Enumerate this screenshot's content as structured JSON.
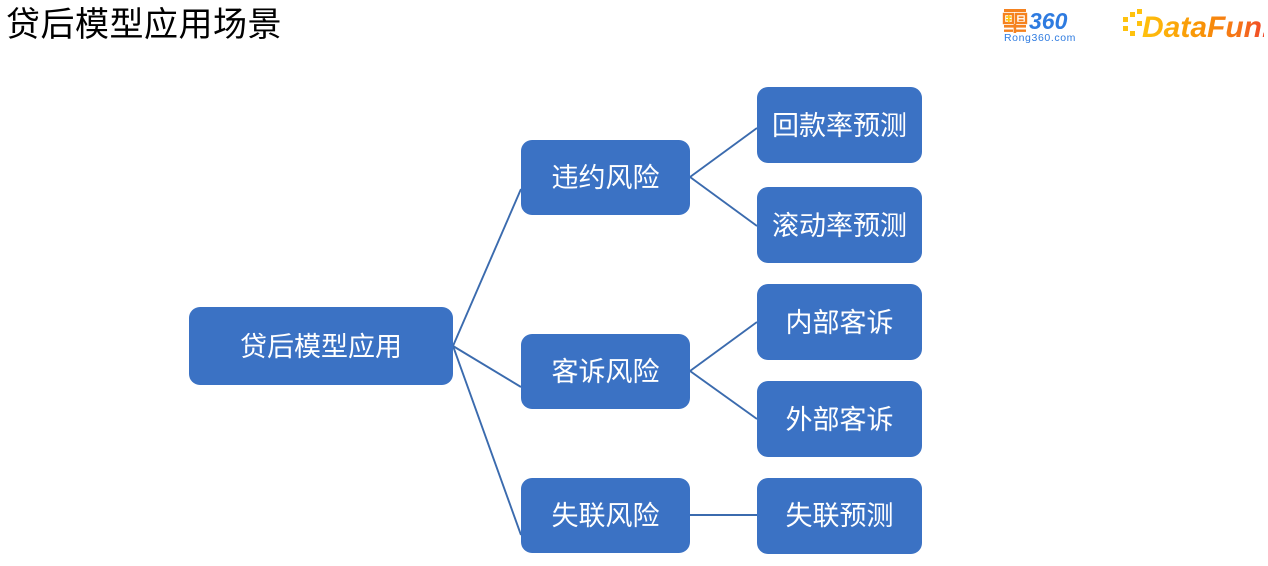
{
  "slide": {
    "title": "贷后模型应用场景",
    "background_color": "#FFFFFF"
  },
  "branding": {
    "logos": [
      {
        "name": "rong360-logo",
        "primary_text": "融",
        "secondary_text": "360",
        "caption": "Rong360.com",
        "colors": {
          "glyph": "#F5821F",
          "yen": "#FFC20E",
          "number": "#2E7BE0",
          "caption": "#2E7BE0"
        }
      },
      {
        "name": "datafun-logo",
        "text": "DataFun.",
        "colors": {
          "start": "#FFC20E",
          "mid": "#F5821F",
          "end": "#EF3B2C"
        }
      }
    ]
  },
  "diagram": {
    "type": "mind-map",
    "node_fill": "#3B72C4",
    "node_text_color": "#FFFFFF",
    "connector_color": "#3B6BAE",
    "root": {
      "id": "root",
      "label": "贷后模型应用"
    },
    "branches": [
      {
        "id": "branch-default-risk",
        "label": "违约风险",
        "children": [
          {
            "id": "leaf-recovery-rate",
            "label": "回款率预测"
          },
          {
            "id": "leaf-roll-rate",
            "label": "滚动率预测"
          }
        ]
      },
      {
        "id": "branch-complaint-risk",
        "label": "客诉风险",
        "children": [
          {
            "id": "leaf-internal-complaint",
            "label": "内部客诉"
          },
          {
            "id": "leaf-external-complaint",
            "label": "外部客诉"
          }
        ]
      },
      {
        "id": "branch-lost-contact-risk",
        "label": "失联风险",
        "children": [
          {
            "id": "leaf-lost-contact-prediction",
            "label": "失联预测"
          }
        ]
      }
    ]
  }
}
